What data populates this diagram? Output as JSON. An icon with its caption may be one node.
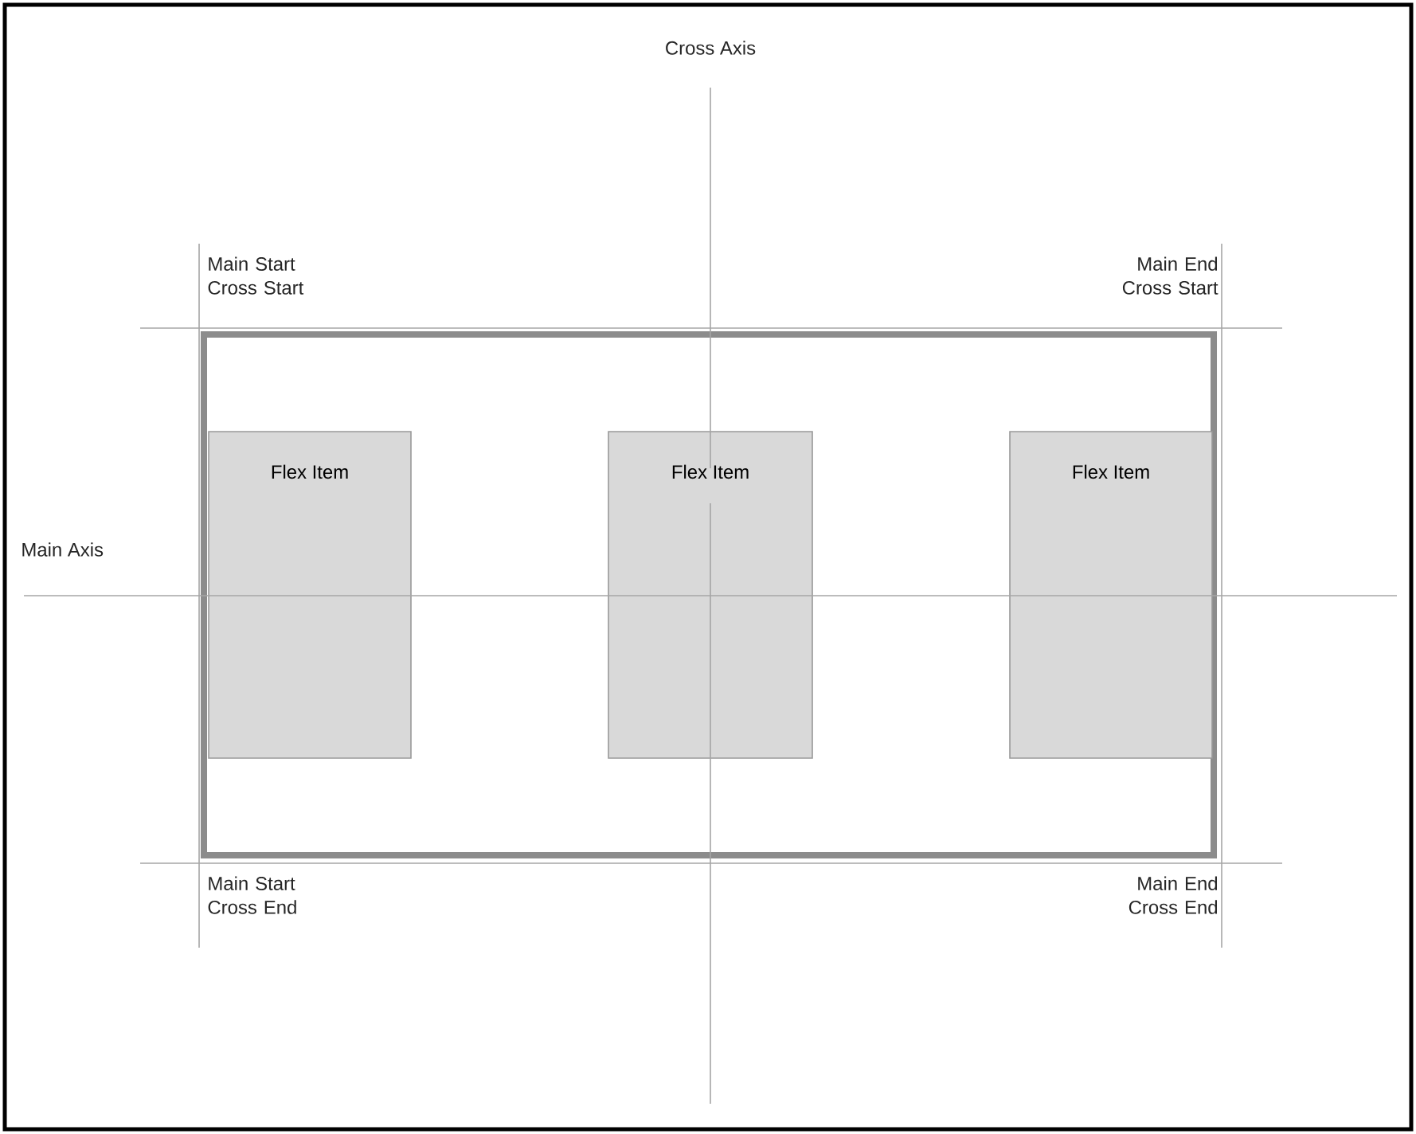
{
  "diagram": {
    "nodes": [
      {
        "text": [],
        "shape": "box"
      },
      {
        "text": [
          "Flex Item"
        ],
        "in": 0
      },
      {
        "text": [
          "Flex Item"
        ],
        "in": 0
      },
      {
        "text": [
          "Flex Item"
        ],
        "in": 0
      }
    ],
    "labels": [
      "Cross Axis",
      "Main Start Cross Start",
      "Main End Cross Start",
      "Main Axis",
      "Main Start Cross End",
      "Main End Cross End"
    ]
  }
}
